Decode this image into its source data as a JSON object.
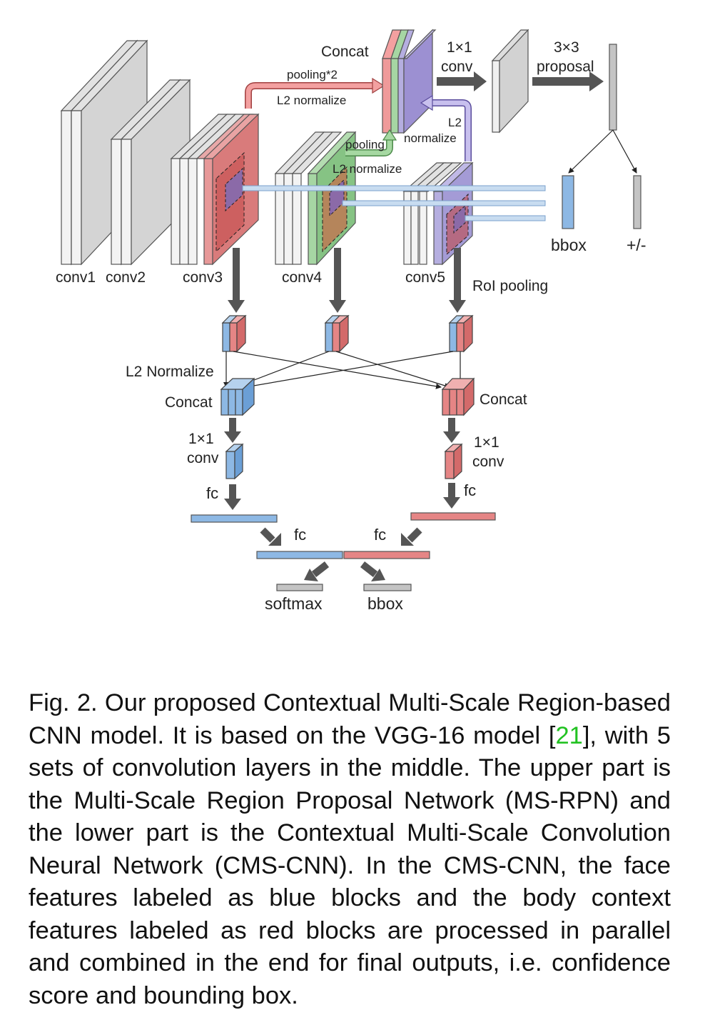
{
  "diagram": {
    "layers": {
      "conv1": "conv1",
      "conv2": "conv2",
      "conv3": "conv3",
      "conv4": "conv4",
      "conv5": "conv5"
    },
    "top": {
      "concat": "Concat",
      "pooling2": "pooling*2",
      "l2norm_top": "L2 normalize",
      "pooling": "pooling",
      "l2norm_mid": "L2 normalize",
      "l2_a": "L2",
      "l2_b": "normalize",
      "conv1x1_a": "1×1",
      "conv1x1_b": "conv",
      "proposal_a": "3×3",
      "proposal_b": "proposal",
      "bbox": "bbox",
      "plusminus": "+/-"
    },
    "bottom": {
      "roi_pooling": "RoI pooling",
      "l2_normalize": "L2 Normalize",
      "concat_left": "Concat",
      "concat_right": "Concat",
      "conv_l_a": "1×1",
      "conv_l_b": "conv",
      "conv_r_a": "1×1",
      "conv_r_b": "conv",
      "fc_l1": "fc",
      "fc_r1": "fc",
      "fc_l2": "fc",
      "fc_r2": "fc",
      "softmax": "softmax",
      "bbox": "bbox"
    },
    "colors": {
      "face_blue": "#8db8e4",
      "body_red": "#e58585",
      "green": "#8cc88a",
      "purple": "#a69cd8",
      "gray": "#cfcfcf",
      "arrow": "#555555"
    }
  },
  "caption": {
    "part1": "Fig. 2.  Our proposed Contextual Multi-Scale Region-based CNN model. It is based on the VGG-16 model [",
    "ref": "21",
    "part2": "], with 5 sets of convolution layers in the middle. The upper part is the Multi-Scale Region Proposal Network (MS-RPN) and the lower part is the Contextual Multi-Scale Convolution Neural Network (CMS-CNN). In the CMS-CNN, the face features labeled as blue blocks and the body context features labeled as red blocks are processed in parallel and combined in the end for final outputs, i.e. confidence score and bounding box."
  }
}
